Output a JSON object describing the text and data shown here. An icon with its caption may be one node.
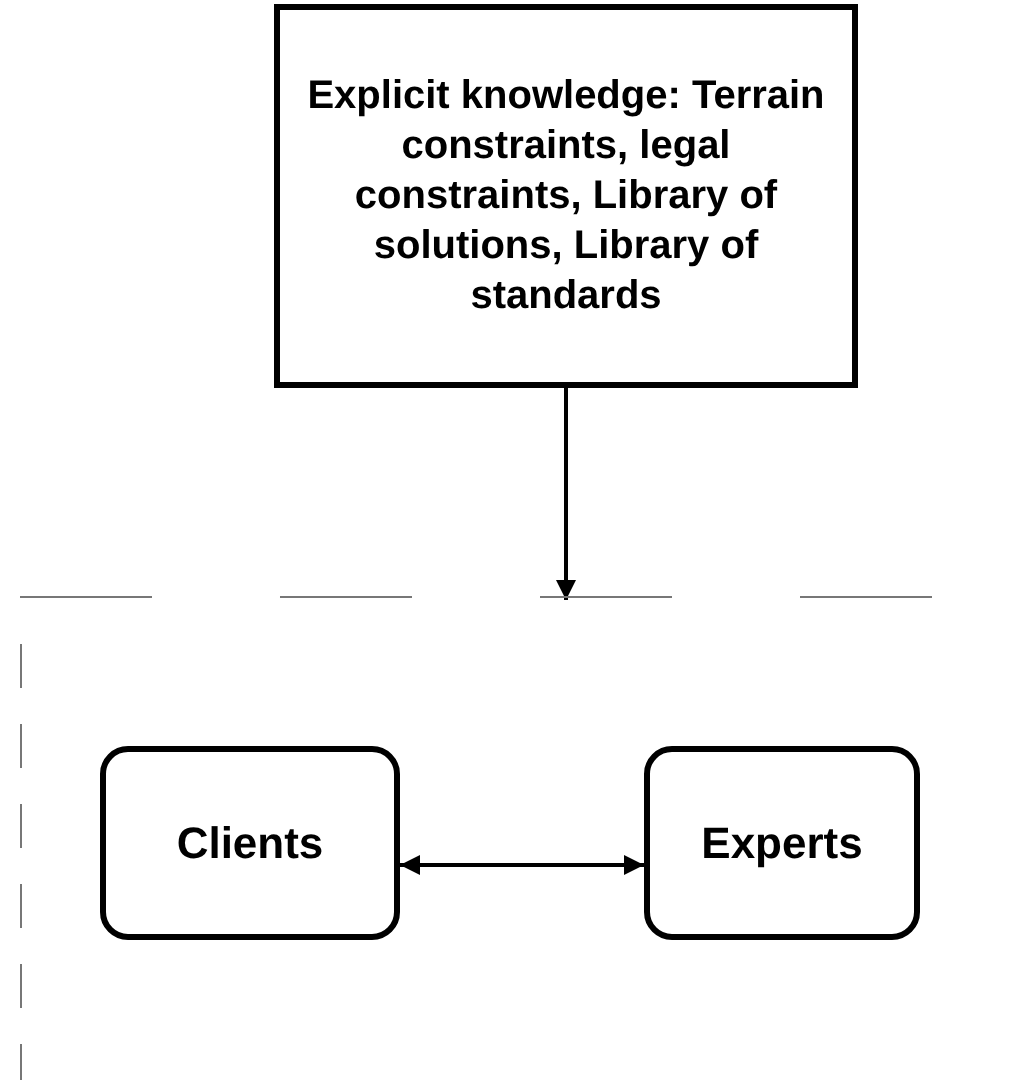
{
  "diagram": {
    "nodes": [
      {
        "text": [
          "Explicit knowledge: Terrain constraints, legal constraints, Library of solutions,  Library of standards"
        ]
      },
      {
        "text": [],
        "shape": "box"
      },
      {
        "text": [
          "Clients"
        ],
        "in": 1
      },
      {
        "text": [
          "Experts"
        ],
        "in": 1
      }
    ],
    "edges": [
      {
        "from": 0,
        "to": 1,
        "arrow": "to"
      },
      {
        "from": 2,
        "to": 3,
        "arrow": "both"
      }
    ]
  }
}
